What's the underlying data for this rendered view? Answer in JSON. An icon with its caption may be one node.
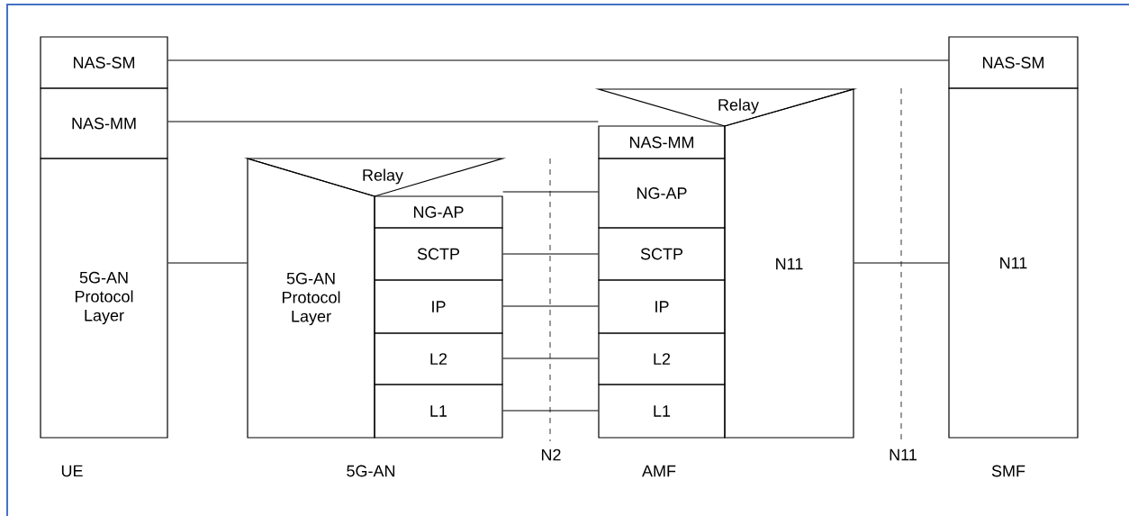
{
  "diagram": {
    "nodes": [
      {
        "text": [
          "NAS-SM"
        ]
      },
      {
        "text": [
          "NAS-MM"
        ]
      },
      {
        "text": [
          "5G-AN Protocol Layer"
        ]
      },
      {
        "text": [
          "Relay"
        ]
      },
      {
        "text": [
          "5G-AN Protocol Layer"
        ]
      },
      {
        "text": [
          "NG-AP"
        ]
      },
      {
        "text": [
          "SCTP"
        ]
      },
      {
        "text": [
          "IP"
        ]
      },
      {
        "text": [
          "L2"
        ]
      },
      {
        "text": [
          "L1"
        ]
      },
      {
        "text": [
          "Relay"
        ]
      },
      {
        "text": [
          "NAS-MM"
        ]
      },
      {
        "text": [
          "NG-AP"
        ]
      },
      {
        "text": [
          "SCTP"
        ]
      },
      {
        "text": [
          "IP"
        ]
      },
      {
        "text": [
          "L2"
        ]
      },
      {
        "text": [
          "L1"
        ]
      },
      {
        "text": [
          "N11"
        ]
      },
      {
        "text": [
          "NAS-SM"
        ]
      },
      {
        "text": [
          "N11"
        ]
      }
    ],
    "edges": [
      {
        "from": 0,
        "to": 18,
        "arrow": "none"
      },
      {
        "from": 1,
        "to": 11,
        "arrow": "none"
      },
      {
        "from": 2,
        "to": 4,
        "arrow": "none"
      },
      {
        "from": 5,
        "to": 12,
        "arrow": "none"
      },
      {
        "from": 6,
        "to": 13,
        "arrow": "none"
      },
      {
        "from": 7,
        "to": 14,
        "arrow": "none"
      },
      {
        "from": 8,
        "to": 15,
        "arrow": "none"
      },
      {
        "from": 9,
        "to": 16,
        "arrow": "none"
      },
      {
        "from": 17,
        "to": 19,
        "arrow": "none"
      }
    ],
    "labels": [
      "UE",
      "5G-AN",
      "N2",
      "AMF",
      "N11",
      "SMF"
    ]
  }
}
